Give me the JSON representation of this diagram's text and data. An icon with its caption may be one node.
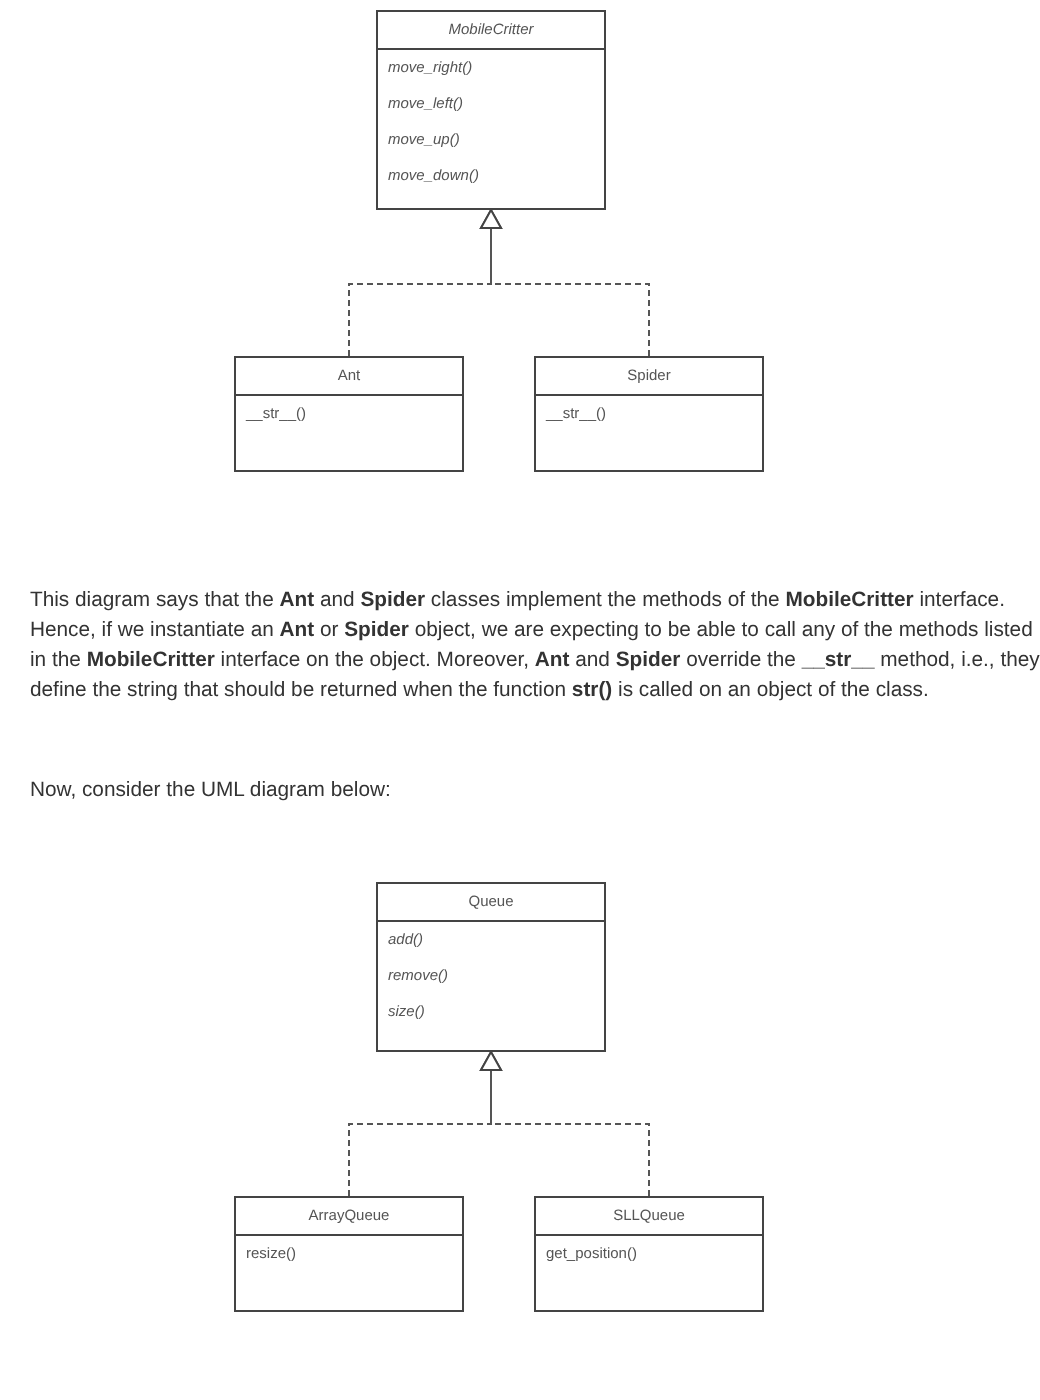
{
  "diagram": {
    "nodes": [
      {
        "text": [
          "MobileCritter",
          "move_right()",
          "move_left()",
          "move_up()",
          "move_down()"
        ]
      },
      {
        "text": [
          "Ant",
          "__str__()"
        ]
      },
      {
        "text": [
          "Spider",
          "__str__()"
        ]
      },
      {
        "text": [
          "Queue",
          "add()",
          "remove()",
          "size()"
        ]
      },
      {
        "text": [
          "ArrayQueue",
          "resize()"
        ]
      },
      {
        "text": [
          "SLLQueue",
          "get_position()"
        ]
      }
    ],
    "edges": [
      {
        "from": 1,
        "to": 0,
        "arrow": "to",
        "style": "dashed"
      },
      {
        "from": 2,
        "to": 0,
        "arrow": "to",
        "style": "dashed"
      },
      {
        "from": 4,
        "to": 3,
        "arrow": "to",
        "style": "dashed"
      },
      {
        "from": 5,
        "to": 3,
        "arrow": "to",
        "style": "dashed"
      }
    ],
    "labels": [
      "This diagram says that the **Ant** and **Spider** classes implement the methods of the **MobileCritter** interface. Hence, if we instantiate an **Ant** or **Spider** object, we are expecting to be able to call any of the methods listed in the **MobileCritter** interface on the object. Moreover, **Ant** and **Spider** override the **__str__** method, i.e., they define the string that should be returned when the function **str()** is called on an object of the class.",
      "Now, consider the UML diagram below:"
    ]
  }
}
